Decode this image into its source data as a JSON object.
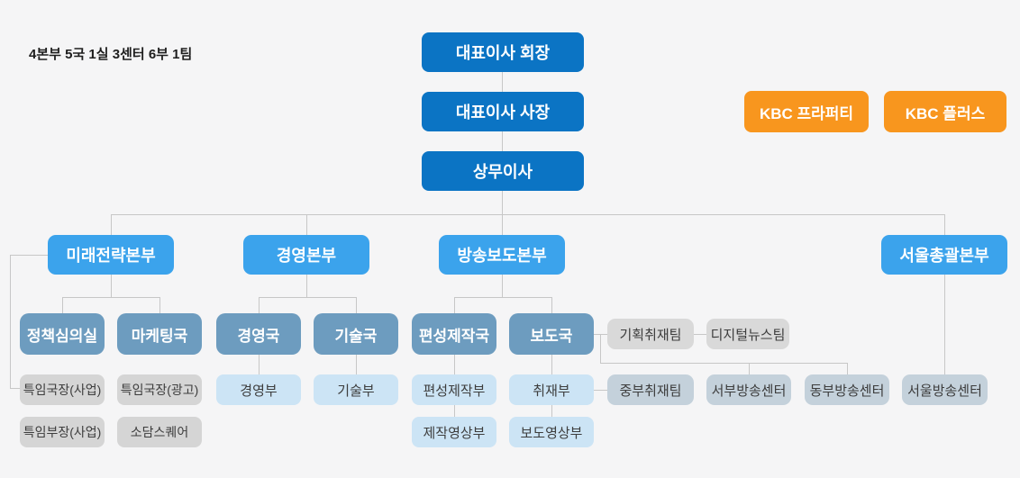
{
  "summary": {
    "label": "4본부 5국 1실 3센터 6부 1팀"
  },
  "executives": {
    "chairman": "대표이사 회장",
    "president": "대표이사 사장",
    "managing_director": "상무이사"
  },
  "affiliates": {
    "property": "KBC 프라퍼티",
    "plus": "KBC 플러스"
  },
  "divisions": {
    "future_strategy": "미래전략본부",
    "management": "경영본부",
    "broadcast_news": "방송보도본부",
    "seoul_general": "서울총괄본부"
  },
  "bureaus": {
    "policy_review": "정책심의실",
    "marketing": "마케팅국",
    "management": "경영국",
    "technology": "기술국",
    "programming_production": "편성제작국",
    "news": "보도국"
  },
  "departments": {
    "management": "경영부",
    "technology": "기술부",
    "programming_production": "편성제작부",
    "reporting": "취재부",
    "production_video": "제작영상부",
    "news_video": "보도영상부"
  },
  "special_units": {
    "director_business": "특임국장(사업)",
    "director_ads": "특임국장(광고)",
    "manager_business": "특임부장(사업)",
    "sodam_square": "소담스퀘어"
  },
  "teams": {
    "planning_reporting": "기획취재팀",
    "digital_news": "디지털뉴스팀",
    "central_reporting": "중부취재팀"
  },
  "centers": {
    "west_broadcast": "서부방송센터",
    "east_broadcast": "동부방송센터",
    "seoul_broadcast": "서울방송센터"
  },
  "colors": {
    "background": "#f5f5f6",
    "executive_blue": "#0b74c4",
    "division_blue": "#3ba3ec",
    "bureau_blue": "#6d9cbf",
    "department_light_blue": "#cce4f5",
    "team_gray": "#d9d9d9",
    "special_gray": "#d5d5d5",
    "center_blue_gray": "#c4d1db",
    "affiliate_orange": "#f8961e",
    "connector_gray": "#c7c7c7"
  }
}
